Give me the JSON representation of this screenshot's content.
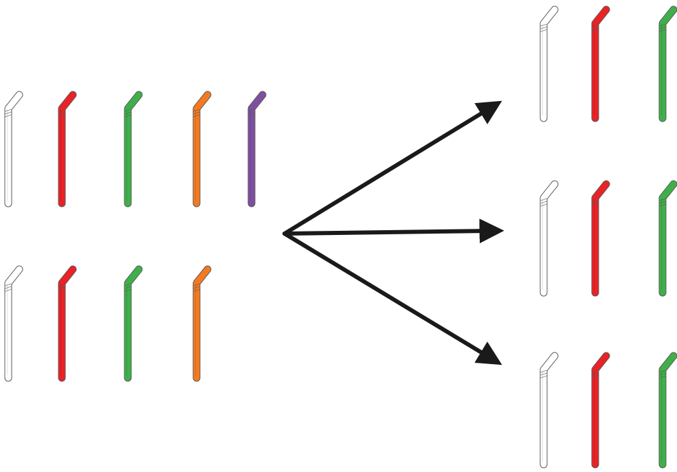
{
  "colors": {
    "outline": "#5a5a5a",
    "arrow": "#1a1a1a",
    "background": "#ffffff"
  },
  "source_group": {
    "rows": [
      {
        "straws": [
          "#ffffff",
          "#ea2226",
          "#3fb049",
          "#f47a20",
          "#7e4fa0"
        ]
      },
      {
        "straws": [
          "#ffffff",
          "#ea2226",
          "#3fb049",
          "#f47a20"
        ]
      }
    ]
  },
  "arrows": {
    "count": 3,
    "targets": [
      "top-group",
      "middle-group",
      "bottom-group"
    ]
  },
  "target_groups": [
    {
      "name": "top-group",
      "straws": [
        "#ffffff",
        "#ea2226",
        "#3fb049"
      ]
    },
    {
      "name": "middle-group",
      "straws": [
        "#ffffff",
        "#ea2226",
        "#3fb049"
      ]
    },
    {
      "name": "bottom-group",
      "straws": [
        "#ffffff",
        "#ea2226",
        "#3fb049"
      ]
    }
  ]
}
